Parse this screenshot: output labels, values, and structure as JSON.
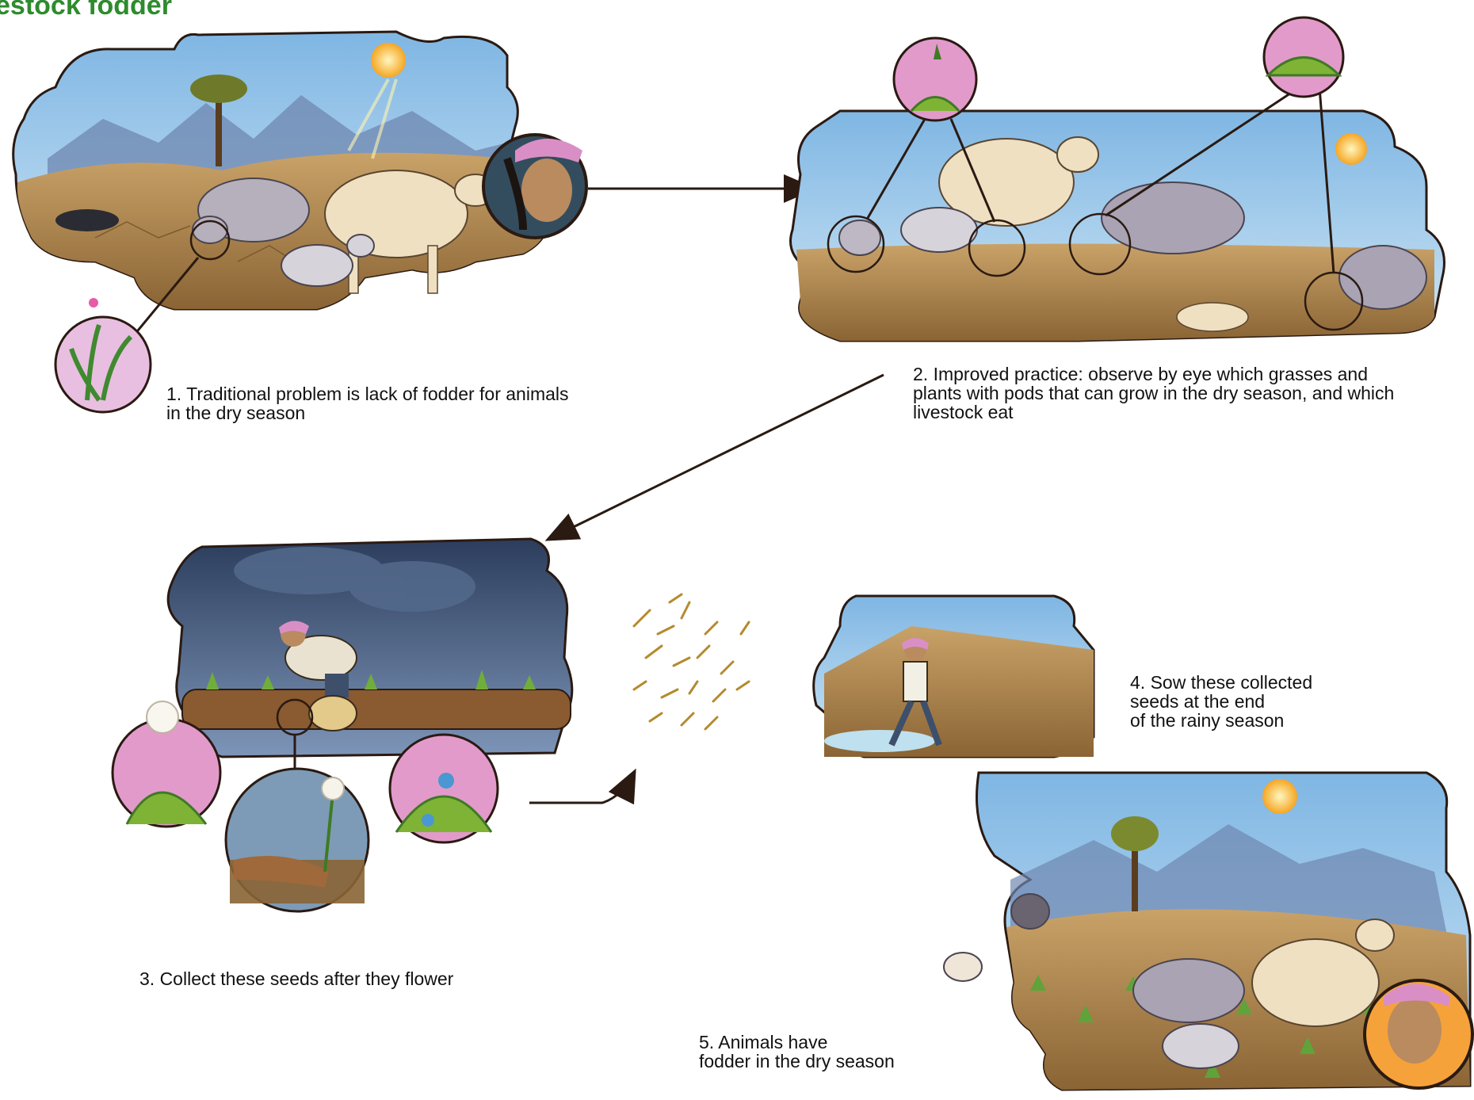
{
  "title_fragment": "estock fodder",
  "colors": {
    "title_green": "#2e8b2e",
    "arrow": "#2a1a12",
    "sky": "#9cc8e8",
    "storm_sky": "#3b5275",
    "soil": "#b78d57",
    "pink_inset": "#e29acb"
  },
  "steps": [
    {
      "label": "1. Traditional problem is lack of fodder for animals\nin the dry season"
    },
    {
      "label": "2. Improved practice: observe by eye which grasses and\nplants with pods that can grow in the dry season, and which\nlivestock eat"
    },
    {
      "label": "3. Collect these seeds after they flower"
    },
    {
      "label": "4. Sow these collected\nseeds at the end\nof the rainy season"
    },
    {
      "label": "5. Animals have\nfodder in the dry season"
    }
  ],
  "icons": [
    "sun-icon",
    "tree-icon",
    "cow-icon",
    "goat-icon",
    "farmer-face-icon",
    "plant-icon",
    "flower-icon",
    "seeds-icon",
    "cloud-icon",
    "hand-icon"
  ]
}
